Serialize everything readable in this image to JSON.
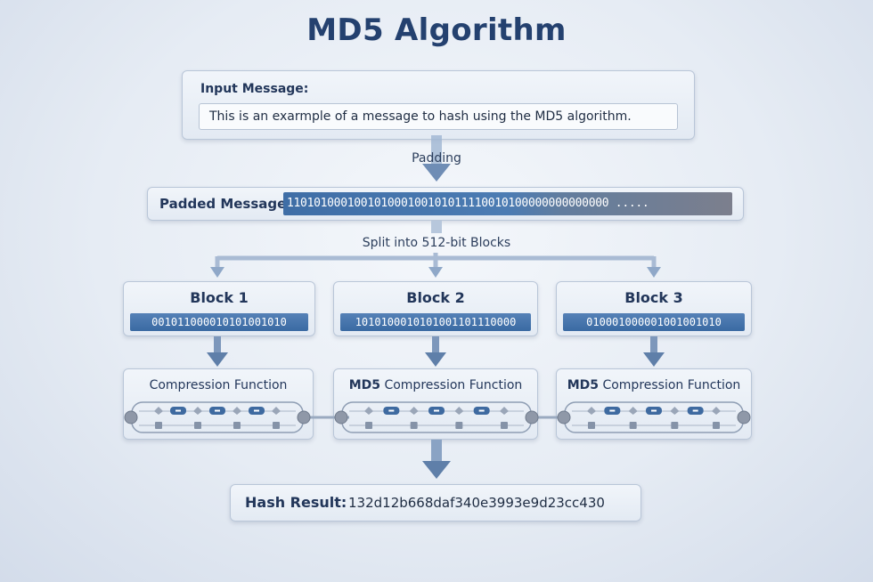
{
  "title": "MD5 Algorithm",
  "input": {
    "label": "Input Message:",
    "value": "This is an exarmple of a message to hash using the MD5 algorithm."
  },
  "steps": {
    "padding": "Padding",
    "split": "Split into 512-bit Blocks"
  },
  "padded": {
    "label": "Padded Message",
    "bits": "110101000100101000100101011110010100000000000000 ....."
  },
  "blocks": [
    {
      "title": "Block 1",
      "bits": "001011000010101001010"
    },
    {
      "title": "Block 2",
      "bits": "1010100010101001101110000"
    },
    {
      "title": "Block 3",
      "bits": "010001000001001001010"
    }
  ],
  "compression": {
    "bold_part": "MD5",
    "rest": "Compression Function"
  },
  "result": {
    "label": "Hash Result:",
    "value": "132d12b668daf340e3993e9d23cc430"
  },
  "colors": {
    "accent_blue": "#3f6ea6",
    "arrow": "#6f8db5",
    "title_navy": "#24416f"
  }
}
